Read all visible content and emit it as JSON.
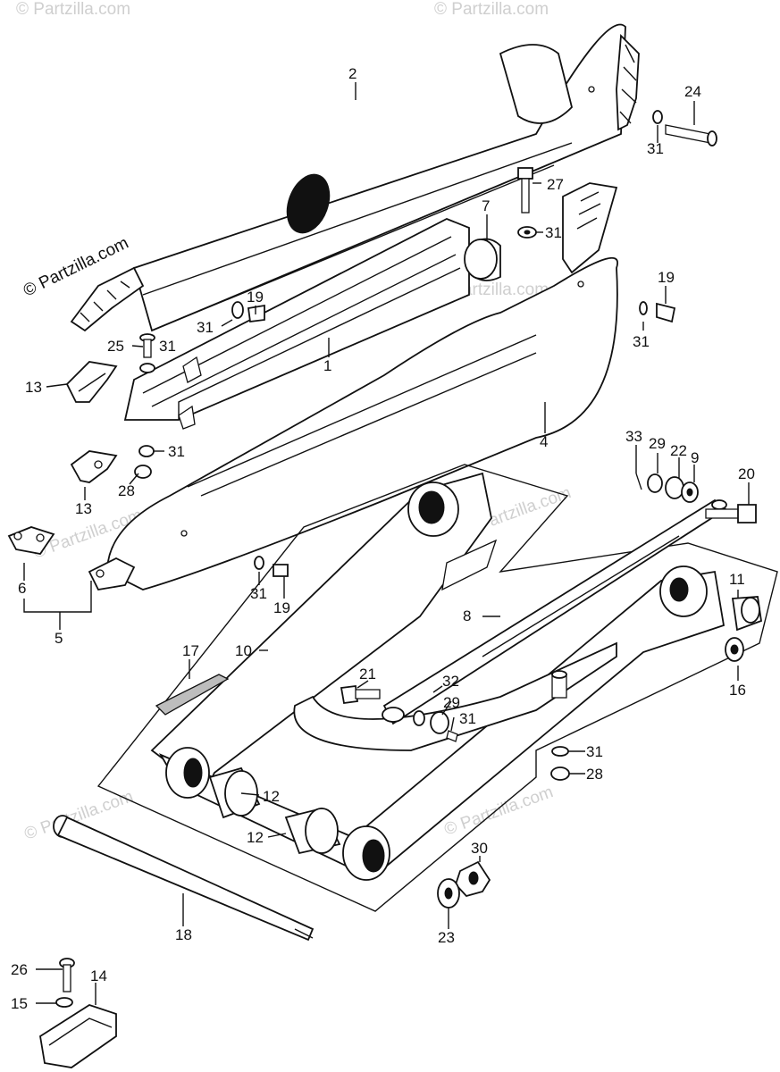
{
  "watermark": {
    "main": "© Partzilla.com",
    "faint": "© Partzilla.com"
  },
  "callouts": [
    {
      "id": "c-2",
      "text": "2"
    },
    {
      "id": "c-24",
      "text": "24"
    },
    {
      "id": "c-31a",
      "text": "31"
    },
    {
      "id": "c-27",
      "text": "27"
    },
    {
      "id": "c-7",
      "text": "7"
    },
    {
      "id": "c-31b",
      "text": "31"
    },
    {
      "id": "c-19a",
      "text": "19"
    },
    {
      "id": "c-31c",
      "text": "31"
    },
    {
      "id": "c-19b",
      "text": "19"
    },
    {
      "id": "c-31d",
      "text": "31"
    },
    {
      "id": "c-25",
      "text": "25"
    },
    {
      "id": "c-31e",
      "text": "31"
    },
    {
      "id": "c-1",
      "text": "1"
    },
    {
      "id": "c-13a",
      "text": "13"
    },
    {
      "id": "c-4",
      "text": "4"
    },
    {
      "id": "c-31f",
      "text": "31"
    },
    {
      "id": "c-28a",
      "text": "28"
    },
    {
      "id": "c-13b",
      "text": "13"
    },
    {
      "id": "c-33",
      "text": "33"
    },
    {
      "id": "c-29a",
      "text": "29"
    },
    {
      "id": "c-22",
      "text": "22"
    },
    {
      "id": "c-9",
      "text": "9"
    },
    {
      "id": "c-20",
      "text": "20"
    },
    {
      "id": "c-6",
      "text": "6"
    },
    {
      "id": "c-5",
      "text": "5"
    },
    {
      "id": "c-31g",
      "text": "31"
    },
    {
      "id": "c-19c",
      "text": "19"
    },
    {
      "id": "c-11",
      "text": "11"
    },
    {
      "id": "c-8",
      "text": "8"
    },
    {
      "id": "c-10",
      "text": "10"
    },
    {
      "id": "c-17",
      "text": "17"
    },
    {
      "id": "c-21",
      "text": "21"
    },
    {
      "id": "c-32",
      "text": "32"
    },
    {
      "id": "c-29b",
      "text": "29"
    },
    {
      "id": "c-31h",
      "text": "31"
    },
    {
      "id": "c-16",
      "text": "16"
    },
    {
      "id": "c-31i",
      "text": "31"
    },
    {
      "id": "c-28b",
      "text": "28"
    },
    {
      "id": "c-12a",
      "text": "12"
    },
    {
      "id": "c-12b",
      "text": "12"
    },
    {
      "id": "c-30",
      "text": "30"
    },
    {
      "id": "c-23",
      "text": "23"
    },
    {
      "id": "c-18",
      "text": "18"
    },
    {
      "id": "c-26",
      "text": "26"
    },
    {
      "id": "c-14",
      "text": "14"
    },
    {
      "id": "c-15",
      "text": "15"
    }
  ]
}
